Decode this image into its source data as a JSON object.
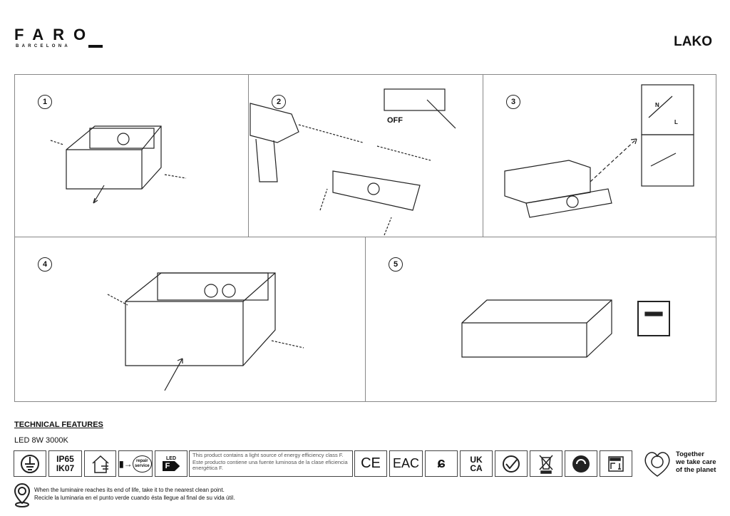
{
  "header": {
    "brand": "FARO",
    "brand_sub": "BARCELONA",
    "product": "LAKO"
  },
  "steps": [
    {
      "number": "1"
    },
    {
      "number": "2",
      "switch_label": "OFF"
    },
    {
      "number": "3",
      "wire_labels": [
        "N",
        "L"
      ]
    },
    {
      "number": "4"
    },
    {
      "number": "5"
    }
  ],
  "technical": {
    "heading": "TECHNICAL FEATURES",
    "spec": "LED 8W 3000K",
    "ip": "IP65",
    "ik": "IK07",
    "energy_label_top": "LED",
    "energy_class": "F",
    "energy_text_en": "This product contains a light source of energy efficiency class F.",
    "energy_text_es": "Este producto contiene una fuente luminosa de la clase eficiencia energética F.",
    "ce": "CE",
    "eac": "EAC",
    "ukca_1": "UK",
    "ukca_2": "CA",
    "repair": "repair service"
  },
  "recycle": {
    "line_en": "When the luminaire reaches its end of life, take it to the nearest clean point.",
    "line_es": "Recicle la luminaria en el punto verde cuando ésta llegue al final de su vida útil."
  },
  "slogan": {
    "l1": "Together",
    "l2": "we take care",
    "l3": "of the planet"
  }
}
